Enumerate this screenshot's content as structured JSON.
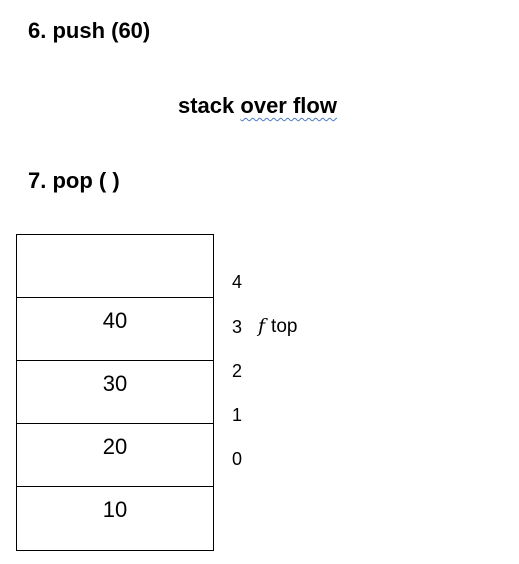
{
  "steps": {
    "push": "6. push (60)",
    "pop": "7. pop ( )"
  },
  "message": {
    "prefix": "stack ",
    "flagged": "over flow"
  },
  "stack": {
    "cells": [
      "",
      "40",
      "30",
      "20",
      "10"
    ],
    "indices": [
      "4",
      "3",
      "2",
      "1",
      "0"
    ]
  },
  "pointer": {
    "glyph": "f",
    "label": "top"
  }
}
